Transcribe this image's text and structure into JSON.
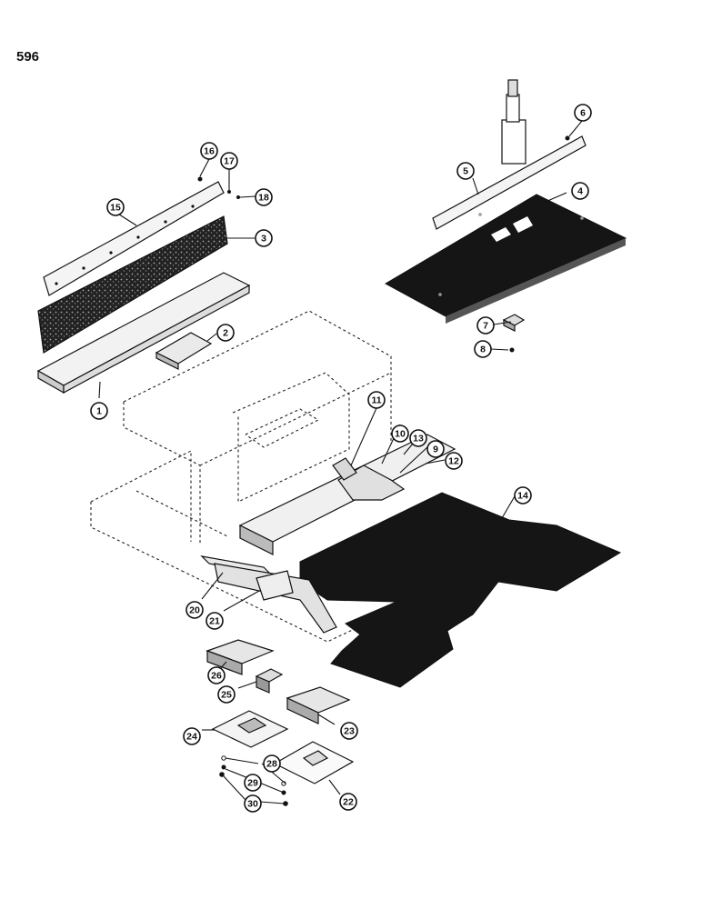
{
  "page": {
    "number": "596"
  },
  "callouts": [
    {
      "label": "1"
    },
    {
      "label": "2"
    },
    {
      "label": "3"
    },
    {
      "label": "4"
    },
    {
      "label": "5"
    },
    {
      "label": "6"
    },
    {
      "label": "7"
    },
    {
      "label": "8"
    },
    {
      "label": "9"
    },
    {
      "label": "10"
    },
    {
      "label": "11"
    },
    {
      "label": "12"
    },
    {
      "label": "13"
    },
    {
      "label": "14"
    },
    {
      "label": "15"
    },
    {
      "label": "16"
    },
    {
      "label": "17"
    },
    {
      "label": "18"
    },
    {
      "label": "20"
    },
    {
      "label": "21"
    },
    {
      "label": "22"
    },
    {
      "label": "23"
    },
    {
      "label": "24"
    },
    {
      "label": "25"
    },
    {
      "label": "26"
    },
    {
      "label": "28"
    },
    {
      "label": "29"
    },
    {
      "label": "30"
    }
  ]
}
